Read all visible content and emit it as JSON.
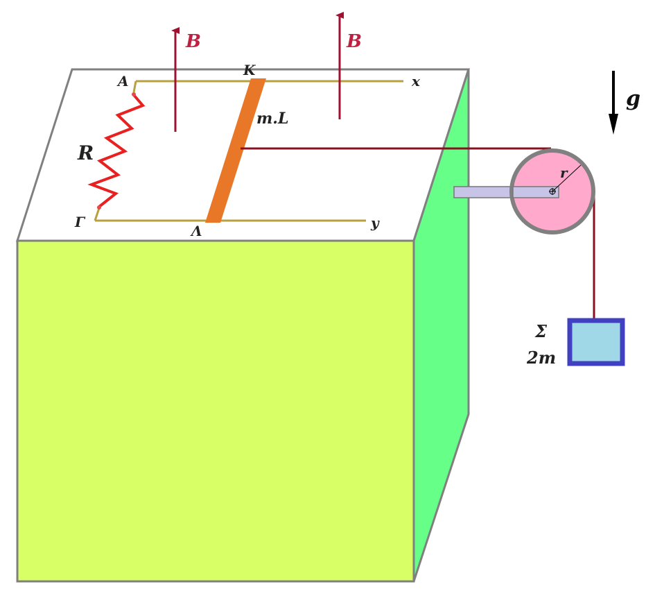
{
  "labels": {
    "B_left": "B",
    "B_right": "B",
    "A": "A",
    "K": "K",
    "x": "x",
    "y": "y",
    "Gamma": "Γ",
    "Lambda": "Λ",
    "R": "R",
    "rod": "m.L",
    "g": "g",
    "r": "r",
    "mass_name": "Σ",
    "mass_value": "2m"
  },
  "colors": {
    "box_front": "#d8ff66",
    "box_side": "#66ff88",
    "box_top": "#ffffff",
    "box_edge": "#808080",
    "rail": "#b8a040",
    "rod": "#e87828",
    "resistor": "#e82020",
    "field_arrow": "#a01030",
    "pulley": "#ffaacc",
    "pulley_rim": "#808080",
    "axle_arm": "#c8c4e8",
    "block_fill": "#a0d8e8",
    "block_border": "#4040c0",
    "string": "#8a1020",
    "label_dark": "#222222"
  }
}
